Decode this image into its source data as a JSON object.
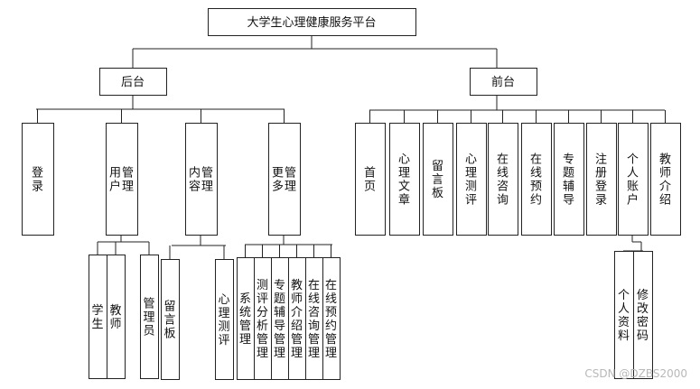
{
  "root": "大学生心理健康服务平台",
  "branches": [
    {
      "label": "后台",
      "children": [
        {
          "label": "登录"
        },
        {
          "label": "用户管理",
          "children": [
            {
              "label": "学生"
            },
            {
              "label": "教师"
            },
            {
              "label": "管理员"
            }
          ]
        },
        {
          "label": "内容管理",
          "children": [
            {
              "label": "留言板"
            },
            {
              "label": "心理测评"
            }
          ]
        },
        {
          "label": "更多管理",
          "children": [
            {
              "label": "系统管理"
            },
            {
              "label": "测评分析管理"
            },
            {
              "label": "专题辅导管理"
            },
            {
              "label": "教师介绍管理"
            },
            {
              "label": "在线咨询管理"
            },
            {
              "label": "在线预约管理"
            }
          ]
        }
      ]
    },
    {
      "label": "前台",
      "children": [
        {
          "label": "首页"
        },
        {
          "label": "心理文章"
        },
        {
          "label": "留言板"
        },
        {
          "label": "心理测评"
        },
        {
          "label": "在线咨询"
        },
        {
          "label": "在线预约"
        },
        {
          "label": "专题辅导"
        },
        {
          "label": "注册登录"
        },
        {
          "label": "个人账户",
          "children": [
            {
              "label": "个人资料"
            },
            {
              "label": "修改密码"
            }
          ]
        },
        {
          "label": "教师介绍"
        }
      ]
    }
  ],
  "watermark": "CSDN @DZBS2000"
}
